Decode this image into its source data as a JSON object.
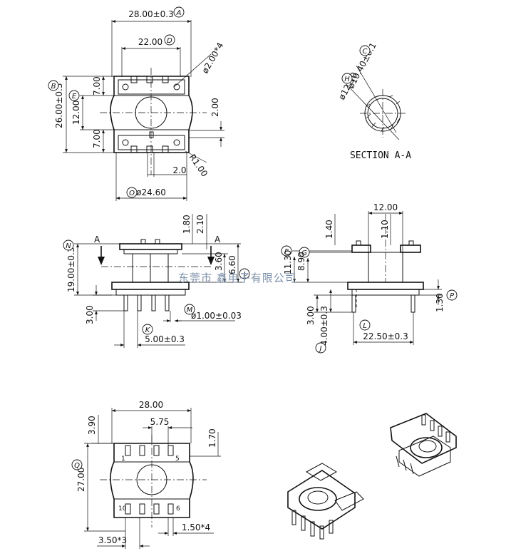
{
  "top_view": {
    "dim_a": "28.00±0.3",
    "bubble_a": "A",
    "dim_d": "22.00",
    "bubble_d": "D",
    "dim_holes": "ø2.00*4",
    "dim_b": "26.00±0.3",
    "bubble_b": "B",
    "dim_e": "12.00",
    "bubble_e": "E",
    "dim_top_7": "7.00",
    "dim_bot_7": "7.00",
    "dim_2_00": "2.00",
    "dim_r": "R1.00",
    "dim_2_0": "2.0",
    "dim_dia": "ø24.60",
    "bubble_o": "O"
  },
  "section_view": {
    "dim_c": "ø10.40±0.1",
    "bubble_c": "C",
    "dim_h": "ø12.10",
    "bubble_h": "H",
    "title": "SECTION A-A"
  },
  "front_view": {
    "cut_left": "A",
    "cut_right": "A",
    "dim_1_80": "1.80",
    "dim_2_10": "2.10",
    "dim_n": "19.00±0.3",
    "bubble_n": "N",
    "dim_3_60": "3.60",
    "dim_6_60": "6.60",
    "bubble_i": "I",
    "dim_3_00": "3.00",
    "dim_m": "ø1.00±0.03",
    "bubble_m": "M",
    "dim_k": "5.00±0.3",
    "bubble_k": "K"
  },
  "side_view": {
    "dim_12_00": "12.00",
    "dim_1_40": "1.40",
    "dim_1_10": "1.10",
    "bubble_f": "F",
    "bubble_g": "G",
    "dim_11_30": "11.30",
    "dim_8_90": "8.90",
    "dim_3_00": "3.00",
    "dim_j": "4.00±0.3",
    "bubble_j": "J",
    "dim_l": "22.50±0.3",
    "bubble_l": "L",
    "dim_p": "1.30",
    "bubble_p": "P"
  },
  "bottom_view": {
    "dim_28_00": "28.00",
    "dim_5_75": "5.75",
    "dim_3_90": "3.90",
    "dim_1_70": "1.70",
    "dim_q": "27.00",
    "bubble_q": "Q",
    "pin_1": "1",
    "pin_5": "5",
    "pin_10": "10",
    "pin_6": "6",
    "dim_pitch": "3.50*3",
    "dim_pin_w": "1.50*4"
  },
  "watermark": "东莞市    鑫电子有限公司"
}
